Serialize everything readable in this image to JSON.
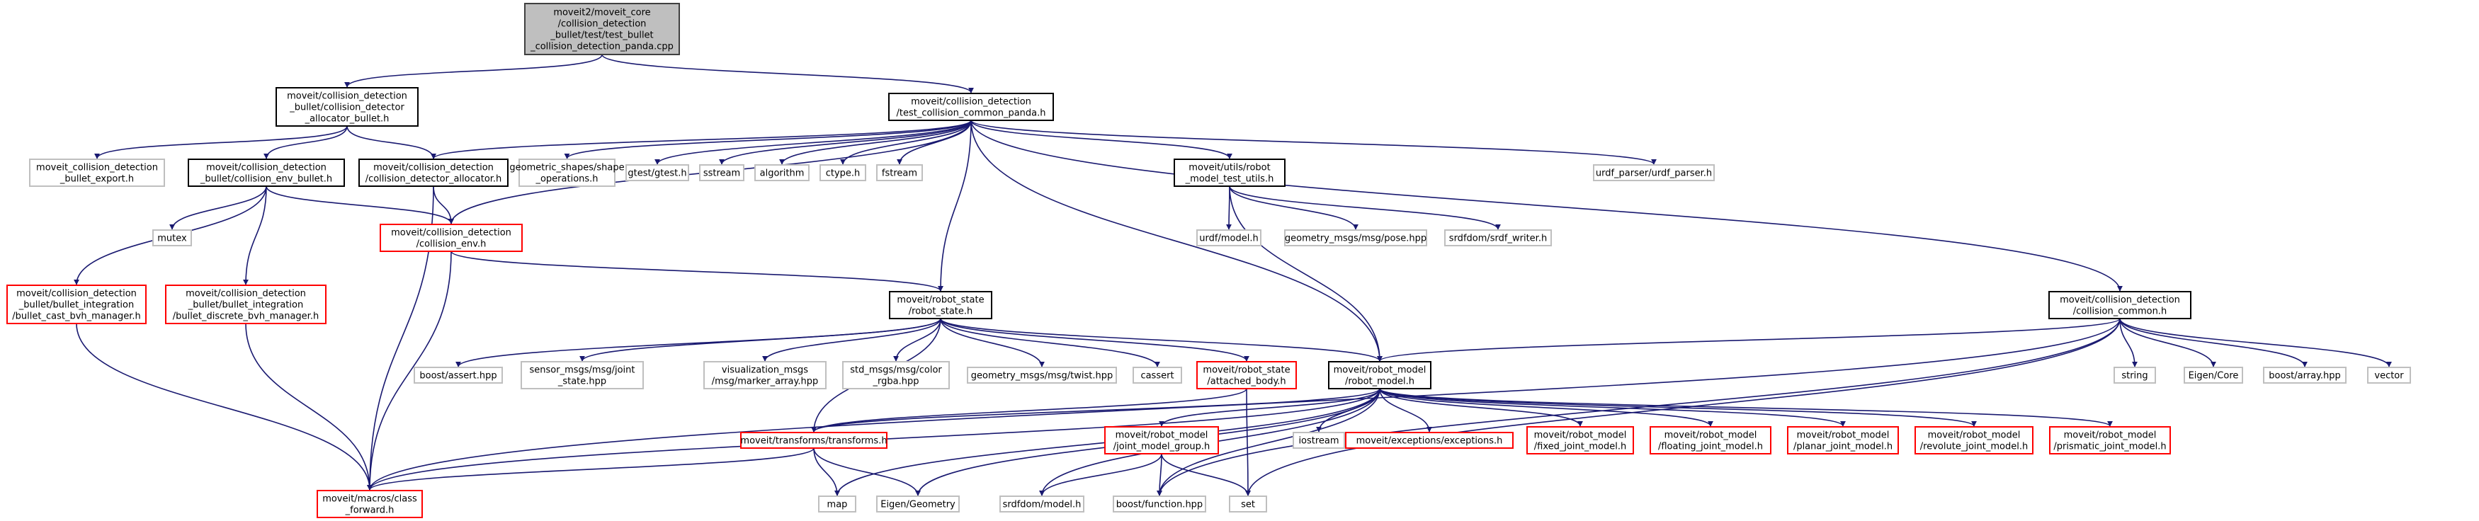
{
  "colors": {
    "edge": "#191970",
    "root_fill": "#bfbfbf",
    "red_border": "#ff0000",
    "ext_border": "#bfbfbf",
    "solid_border": "#000000"
  },
  "nodes": {
    "root": {
      "lines": [
        "moveit2/moveit_core",
        "/collision_detection",
        "_bullet/test/test_bullet",
        "_collision_detection_panda.cpp"
      ]
    },
    "alloc_bullet": {
      "lines": [
        "moveit/collision_detection",
        "_bullet/collision_detector",
        "_allocator_bullet.h"
      ]
    },
    "common_panda": {
      "lines": [
        "moveit/collision_detection",
        "/test_collision_common_panda.h"
      ]
    },
    "bullet_export": {
      "lines": [
        "moveit_collision_detection",
        "_bullet_export.h"
      ]
    },
    "env_bullet": {
      "lines": [
        "moveit/collision_detection",
        "_bullet/collision_env_bullet.h"
      ]
    },
    "det_alloc": {
      "lines": [
        "moveit/collision_detection",
        "/collision_detector_allocator.h"
      ]
    },
    "geom_shapes": {
      "lines": [
        "geometric_shapes/shape",
        "_operations.h"
      ]
    },
    "gtest": {
      "lines": [
        "gtest/gtest.h"
      ]
    },
    "sstream": {
      "lines": [
        "sstream"
      ]
    },
    "algorithm": {
      "lines": [
        "algorithm"
      ]
    },
    "ctype": {
      "lines": [
        "ctype.h"
      ]
    },
    "fstream": {
      "lines": [
        "fstream"
      ]
    },
    "test_utils": {
      "lines": [
        "moveit/utils/robot",
        "_model_test_utils.h"
      ]
    },
    "urdf_parser": {
      "lines": [
        "urdf_parser/urdf_parser.h"
      ]
    },
    "mutex": {
      "lines": [
        "mutex"
      ]
    },
    "coll_env": {
      "lines": [
        "moveit/collision_detection",
        "/collision_env.h"
      ]
    },
    "urdf_model": {
      "lines": [
        "urdf/model.h"
      ]
    },
    "pose": {
      "lines": [
        "geometry_msgs/msg/pose.hpp"
      ]
    },
    "srdf_writer": {
      "lines": [
        "srdfdom/srdf_writer.h"
      ]
    },
    "cast_bvh": {
      "lines": [
        "moveit/collision_detection",
        "_bullet/bullet_integration",
        "/bullet_cast_bvh_manager.h"
      ]
    },
    "discrete_bvh": {
      "lines": [
        "moveit/collision_detection",
        "_bullet/bullet_integration",
        "/bullet_discrete_bvh_manager.h"
      ]
    },
    "robot_state": {
      "lines": [
        "moveit/robot_state",
        "/robot_state.h"
      ]
    },
    "coll_common": {
      "lines": [
        "moveit/collision_detection",
        "/collision_common.h"
      ]
    },
    "boost_assert": {
      "lines": [
        "boost/assert.hpp"
      ]
    },
    "joint_state": {
      "lines": [
        "sensor_msgs/msg/joint",
        "_state.hpp"
      ]
    },
    "marker_array": {
      "lines": [
        "visualization_msgs",
        "/msg/marker_array.hpp"
      ]
    },
    "color_rgba": {
      "lines": [
        "std_msgs/msg/color",
        "_rgba.hpp"
      ]
    },
    "twist": {
      "lines": [
        "geometry_msgs/msg/twist.hpp"
      ]
    },
    "cassert": {
      "lines": [
        "cassert"
      ]
    },
    "attached_body": {
      "lines": [
        "moveit/robot_state",
        "/attached_body.h"
      ]
    },
    "robot_model": {
      "lines": [
        "moveit/robot_model",
        "/robot_model.h"
      ]
    },
    "string": {
      "lines": [
        "string"
      ]
    },
    "eigen_core": {
      "lines": [
        "Eigen/Core"
      ]
    },
    "boost_array": {
      "lines": [
        "boost/array.hpp"
      ]
    },
    "vector": {
      "lines": [
        "vector"
      ]
    },
    "transforms": {
      "lines": [
        "moveit/transforms/transforms.h"
      ]
    },
    "iostream": {
      "lines": [
        "iostream"
      ]
    },
    "exceptions": {
      "lines": [
        "moveit/exceptions/exceptions.h"
      ]
    },
    "fixed_joint": {
      "lines": [
        "moveit/robot_model",
        "/fixed_joint_model.h"
      ]
    },
    "floating_joint": {
      "lines": [
        "moveit/robot_model",
        "/floating_joint_model.h"
      ]
    },
    "planar_joint": {
      "lines": [
        "moveit/robot_model",
        "/planar_joint_model.h"
      ]
    },
    "revolute_joint": {
      "lines": [
        "moveit/robot_model",
        "/revolute_joint_model.h"
      ]
    },
    "prismatic_joint": {
      "lines": [
        "moveit/robot_model",
        "/prismatic_joint_model.h"
      ]
    },
    "joint_group": {
      "lines": [
        "moveit/robot_model",
        "/joint_model_group.h"
      ]
    },
    "class_forward": {
      "lines": [
        "moveit/macros/class",
        "_forward.h"
      ]
    },
    "map": {
      "lines": [
        "map"
      ]
    },
    "eigen_geometry": {
      "lines": [
        "Eigen/Geometry"
      ]
    },
    "srdf_model": {
      "lines": [
        "srdfdom/model.h"
      ]
    },
    "boost_function": {
      "lines": [
        "boost/function.hpp"
      ]
    },
    "set": {
      "lines": [
        "set"
      ]
    }
  }
}
